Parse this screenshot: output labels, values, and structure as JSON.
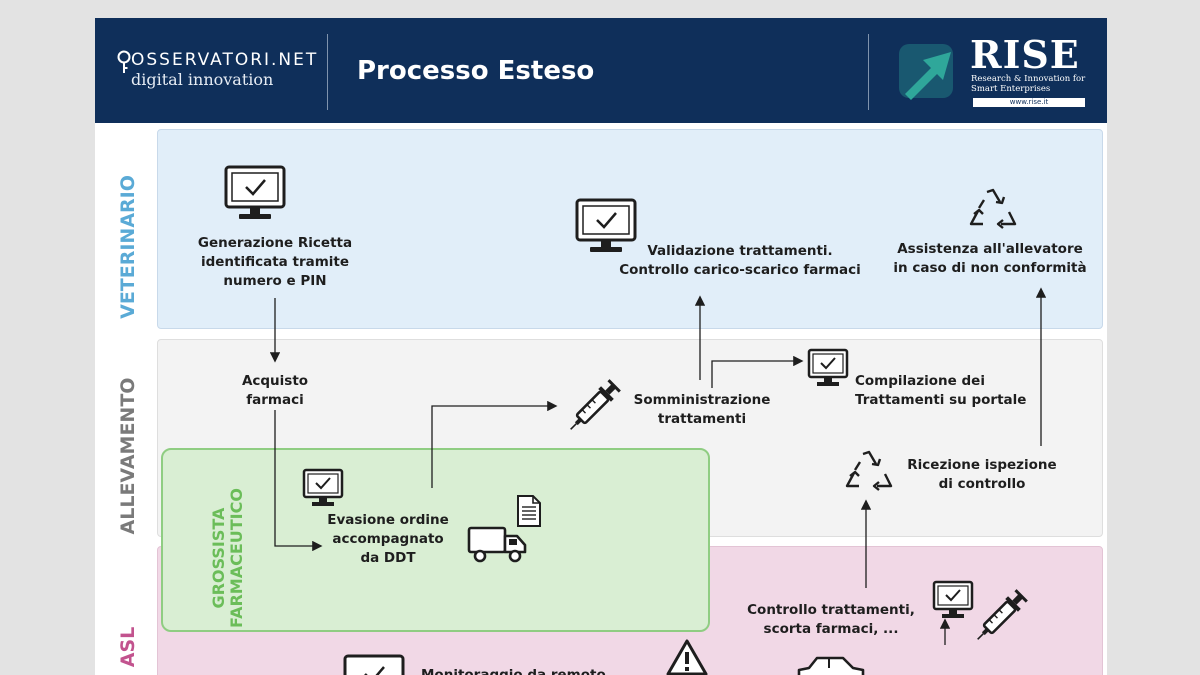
{
  "header": {
    "logo_left_line1": "OSSERVATORI.NET",
    "logo_left_line2": "digital innovation",
    "title": "Processo Esteso",
    "logo_right_word": "RISE",
    "logo_right_sub": "Research & Innovation for Smart Enterprises",
    "logo_right_url": "www.rise.it"
  },
  "lanes": {
    "veterinario": "VETERINARIO",
    "allevamento": "ALLEVAMENTO",
    "grossista": "GROSSISTA\nFARMACEUTICO",
    "asl": "ASL"
  },
  "steps": {
    "generazione_ricetta": "Generazione Ricetta\nidentificata tramite\nnumero e PIN",
    "validazione": "Validazione trattamenti.\nControllo carico-scarico farmaci",
    "assistenza": "Assistenza all'allevatore\nin caso di non conformità",
    "acquisto": "Acquisto\nfarmaci",
    "somministrazione": "Somministrazione\ntrattamenti",
    "compilazione": "Compilazione dei\nTrattamenti su portale",
    "evasione": "Evasione ordine\naccompagnato\nda DDT",
    "ricezione": "Ricezione ispezione\ndi controllo",
    "controllo": "Controllo trattamenti,\nscorta farmaci, ...",
    "monitoraggio": "Monitoraggio da remoto"
  },
  "icons": [
    "computer-check-icon",
    "recycle-icon",
    "syringe-icon",
    "truck-icon",
    "document-icon",
    "warning-icon",
    "car-icon"
  ],
  "colors": {
    "header_bg": "#0f2f5a",
    "veterinario": "#5aaad6",
    "allevamento": "#7a7a7a",
    "grossista": "#6bbd59",
    "asl": "#c2538e",
    "rise_accent": "#2fa79a"
  }
}
